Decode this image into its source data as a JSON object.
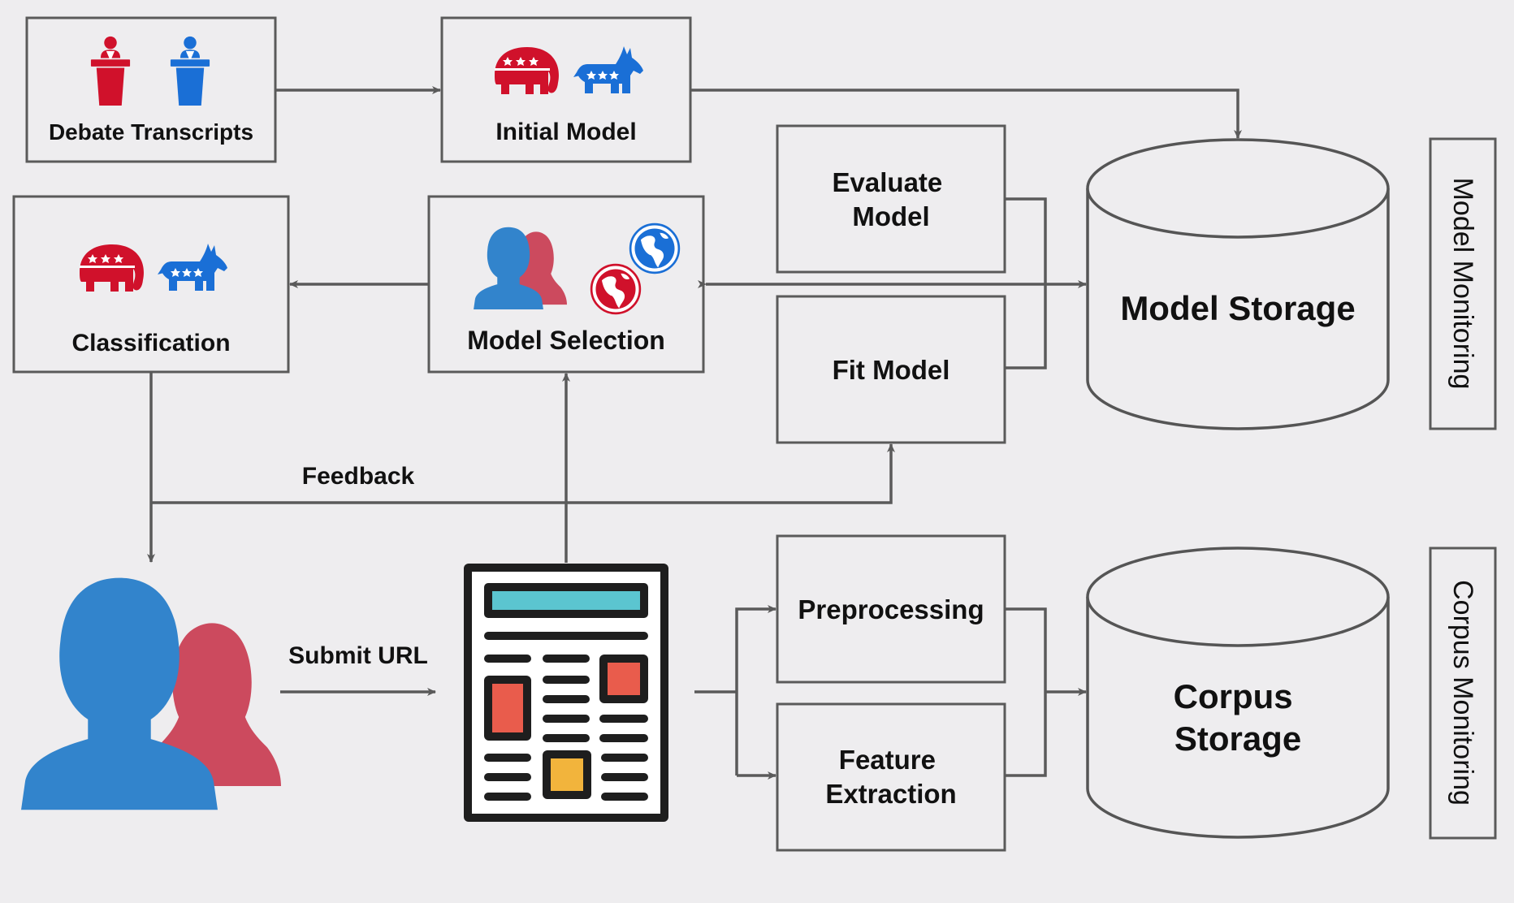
{
  "nodes": {
    "debate_transcripts": "Debate Transcripts",
    "initial_model": "Initial Model",
    "classification": "Classification",
    "model_selection": "Model Selection",
    "evaluate_model": [
      "Evaluate",
      "Model"
    ],
    "fit_model": "Fit Model",
    "model_storage": "Model Storage",
    "preprocessing": "Preprocessing",
    "feature_extraction": [
      "Feature",
      "Extraction"
    ],
    "corpus_storage": [
      "Corpus",
      "Storage"
    ]
  },
  "edges": {
    "feedback": "Feedback",
    "submit_url": "Submit URL"
  },
  "side_labels": {
    "model_monitoring": "Model Monitoring",
    "corpus_monitoring": "Corpus Monitoring"
  },
  "icons": [
    "podium-speaker-red-icon",
    "podium-speaker-blue-icon",
    "republican-elephant-icon",
    "democrat-donkey-icon",
    "users-icon",
    "globe-blue-icon",
    "globe-red-icon",
    "news-article-icon"
  ],
  "colors": {
    "republican_red": "#d0112b",
    "democrat_blue": "#1a6fd6",
    "user_blue": "#3284cc",
    "user_red": "#cc4a5e",
    "article_cyan": "#5bc5d0",
    "article_orange": "#e95c4c",
    "article_yellow": "#f2b43c"
  }
}
